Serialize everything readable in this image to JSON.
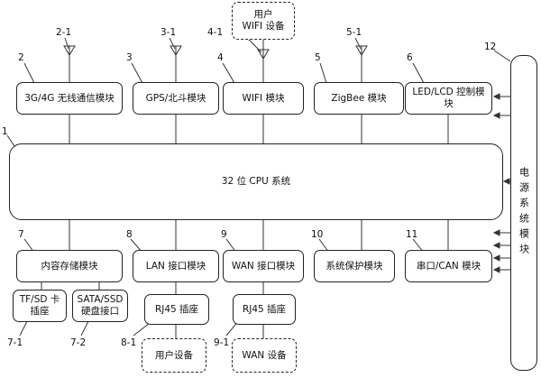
{
  "top_modules": [
    {
      "id": "2",
      "text": "3G/4G 无线通信模块"
    },
    {
      "id": "3",
      "text": "GPS/北斗模块"
    },
    {
      "id": "4",
      "text": "WIFI 模块"
    },
    {
      "id": "5",
      "text": "ZigBee 模块"
    },
    {
      "id": "6",
      "text": "LED/LCD 控制模块"
    }
  ],
  "wifi_user_device": "用户\nWIFI 设备",
  "cpu_system": {
    "id": "1",
    "text": "32 位 CPU 系统"
  },
  "bottom_modules": [
    {
      "id": "7",
      "text": "内容存储模块"
    },
    {
      "id": "8",
      "text": "LAN 接口模块"
    },
    {
      "id": "9",
      "text": "WAN 接口模块"
    },
    {
      "id": "10",
      "text": "系统保护模块"
    },
    {
      "id": "11",
      "text": "串口/CAN 模块"
    }
  ],
  "storage_sub": [
    {
      "id": "7-1",
      "text": "TF/SD 卡\n插座"
    },
    {
      "id": "7-2",
      "text": "SATA/SSD\n硬盘接口"
    }
  ],
  "lan_sub": {
    "id": "8-1",
    "text": "RJ45 插座"
  },
  "wan_sub": {
    "id": "9-1",
    "text": "RJ45 插座"
  },
  "lan_device": "用户设备",
  "wan_device": "WAN 设备",
  "power_module": {
    "id": "12",
    "text": "电源系统模块"
  },
  "antenna_labels": [
    "2-1",
    "3-1",
    "4-1",
    "5-1"
  ]
}
